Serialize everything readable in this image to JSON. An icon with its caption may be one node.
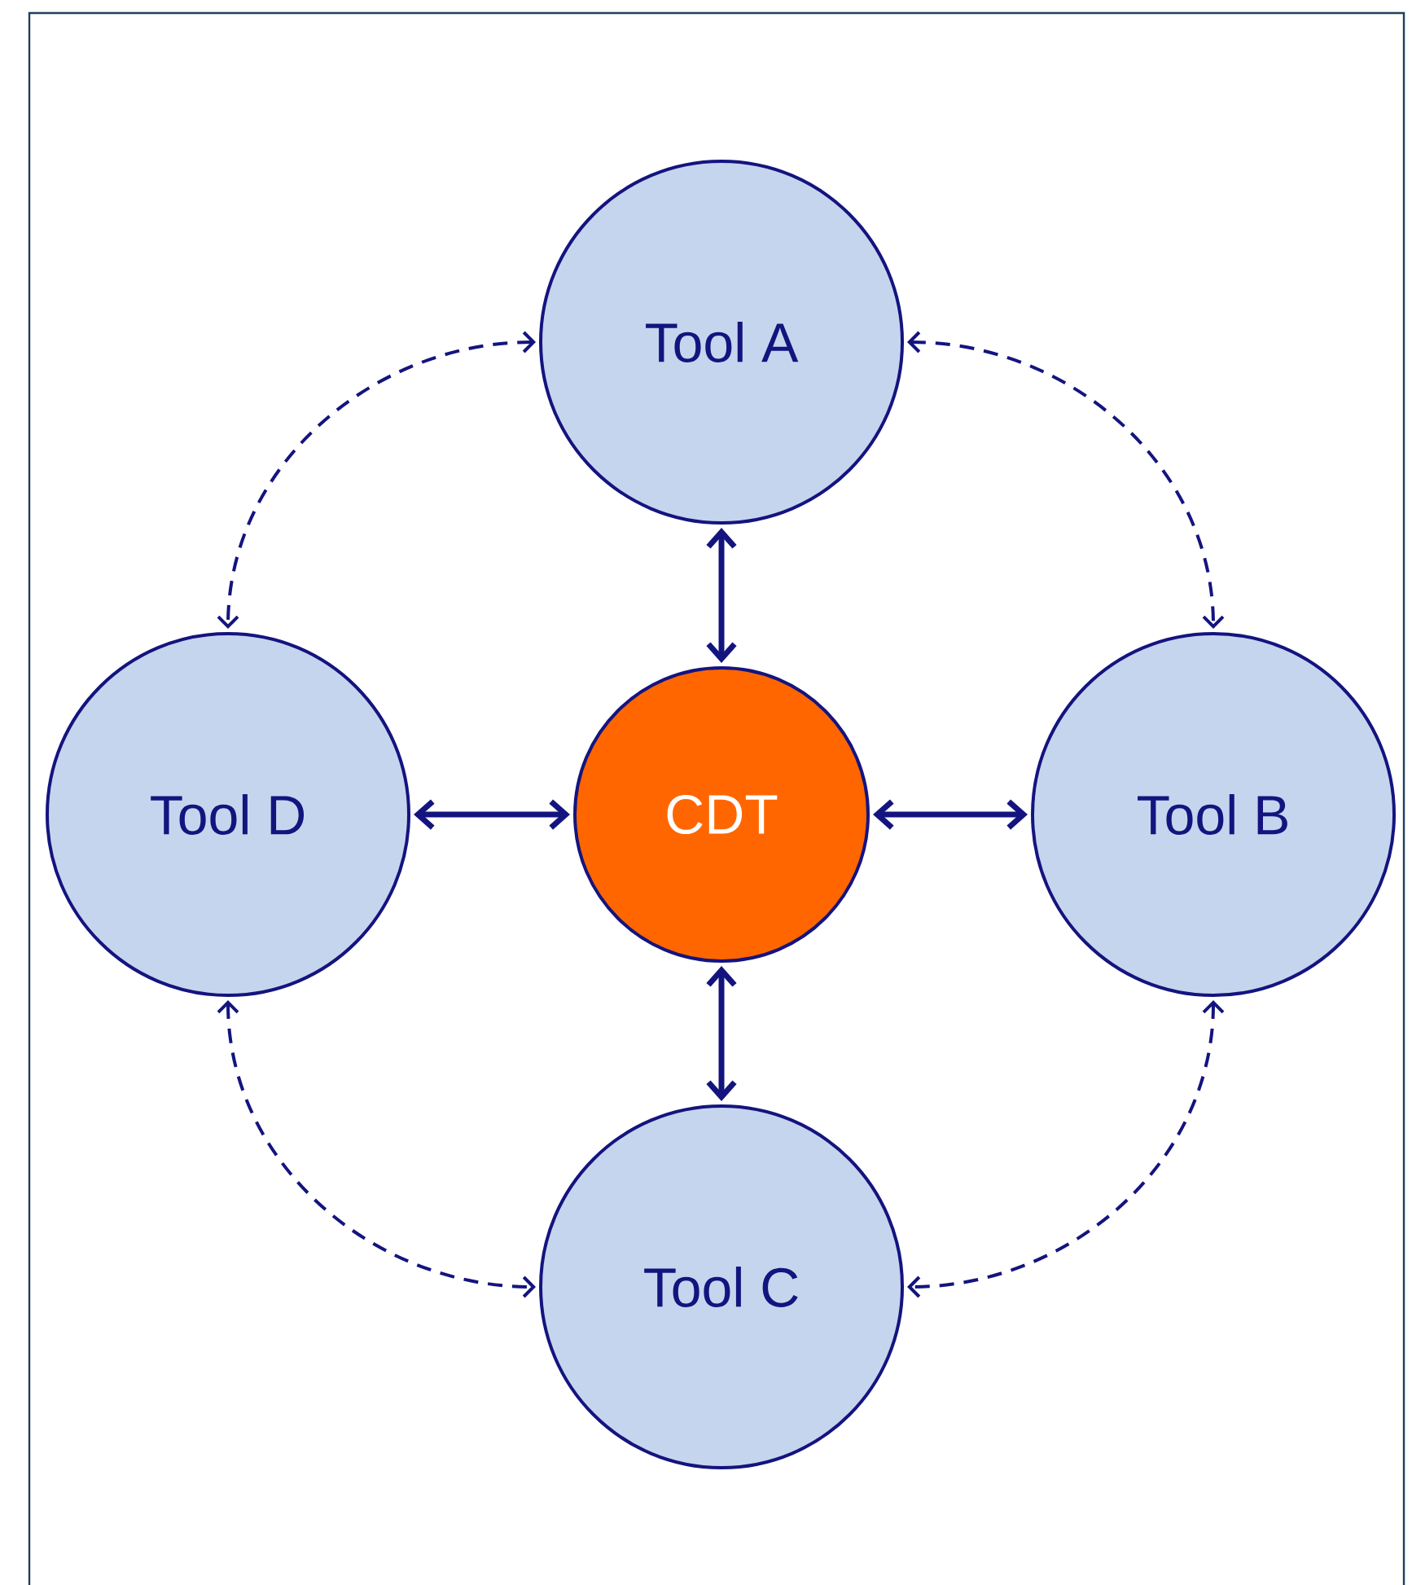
{
  "diagram": {
    "nodes": [
      {
        "text": [
          "Tool A"
        ]
      },
      {
        "text": [
          "Tool D"
        ]
      },
      {
        "text": [
          "CDT"
        ]
      },
      {
        "text": [
          "Tool B"
        ]
      },
      {
        "text": [
          "Tool C"
        ]
      }
    ],
    "edges": [
      {
        "from": 2,
        "to": 0,
        "arrow": "both"
      },
      {
        "from": 2,
        "to": 1,
        "arrow": "both"
      },
      {
        "from": 2,
        "to": 3,
        "arrow": "both"
      },
      {
        "from": 2,
        "to": 4,
        "arrow": "both"
      },
      {
        "from": 0,
        "to": 1,
        "arrow": "both",
        "style": "dashed"
      },
      {
        "from": 0,
        "to": 3,
        "arrow": "both",
        "style": "dashed"
      },
      {
        "from": 1,
        "to": 4,
        "arrow": "both",
        "style": "dashed"
      },
      {
        "from": 3,
        "to": 4,
        "arrow": "both",
        "style": "dashed"
      }
    ]
  }
}
